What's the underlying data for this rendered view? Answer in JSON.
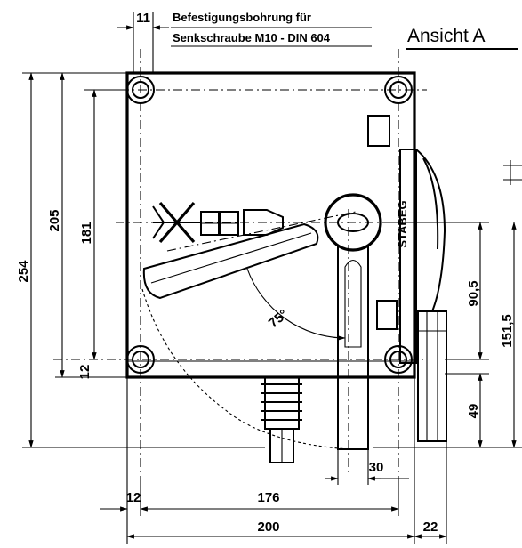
{
  "note": {
    "dim": "11",
    "line1": "Befestigungsbohrung für",
    "line2": "Senkschraube M10 - DIN 604"
  },
  "view_title": "Ansicht A",
  "brand": "STABEG",
  "angle": "75°",
  "dims": {
    "total_height": "254",
    "hole_spacing_v": "205",
    "d181": "181",
    "d12_left": "12",
    "d90_5": "90,5",
    "d151_5": "151,5",
    "d49": "49",
    "d30": "30",
    "d12_bottom": "12",
    "d176": "176",
    "d200": "200",
    "d22": "22"
  }
}
